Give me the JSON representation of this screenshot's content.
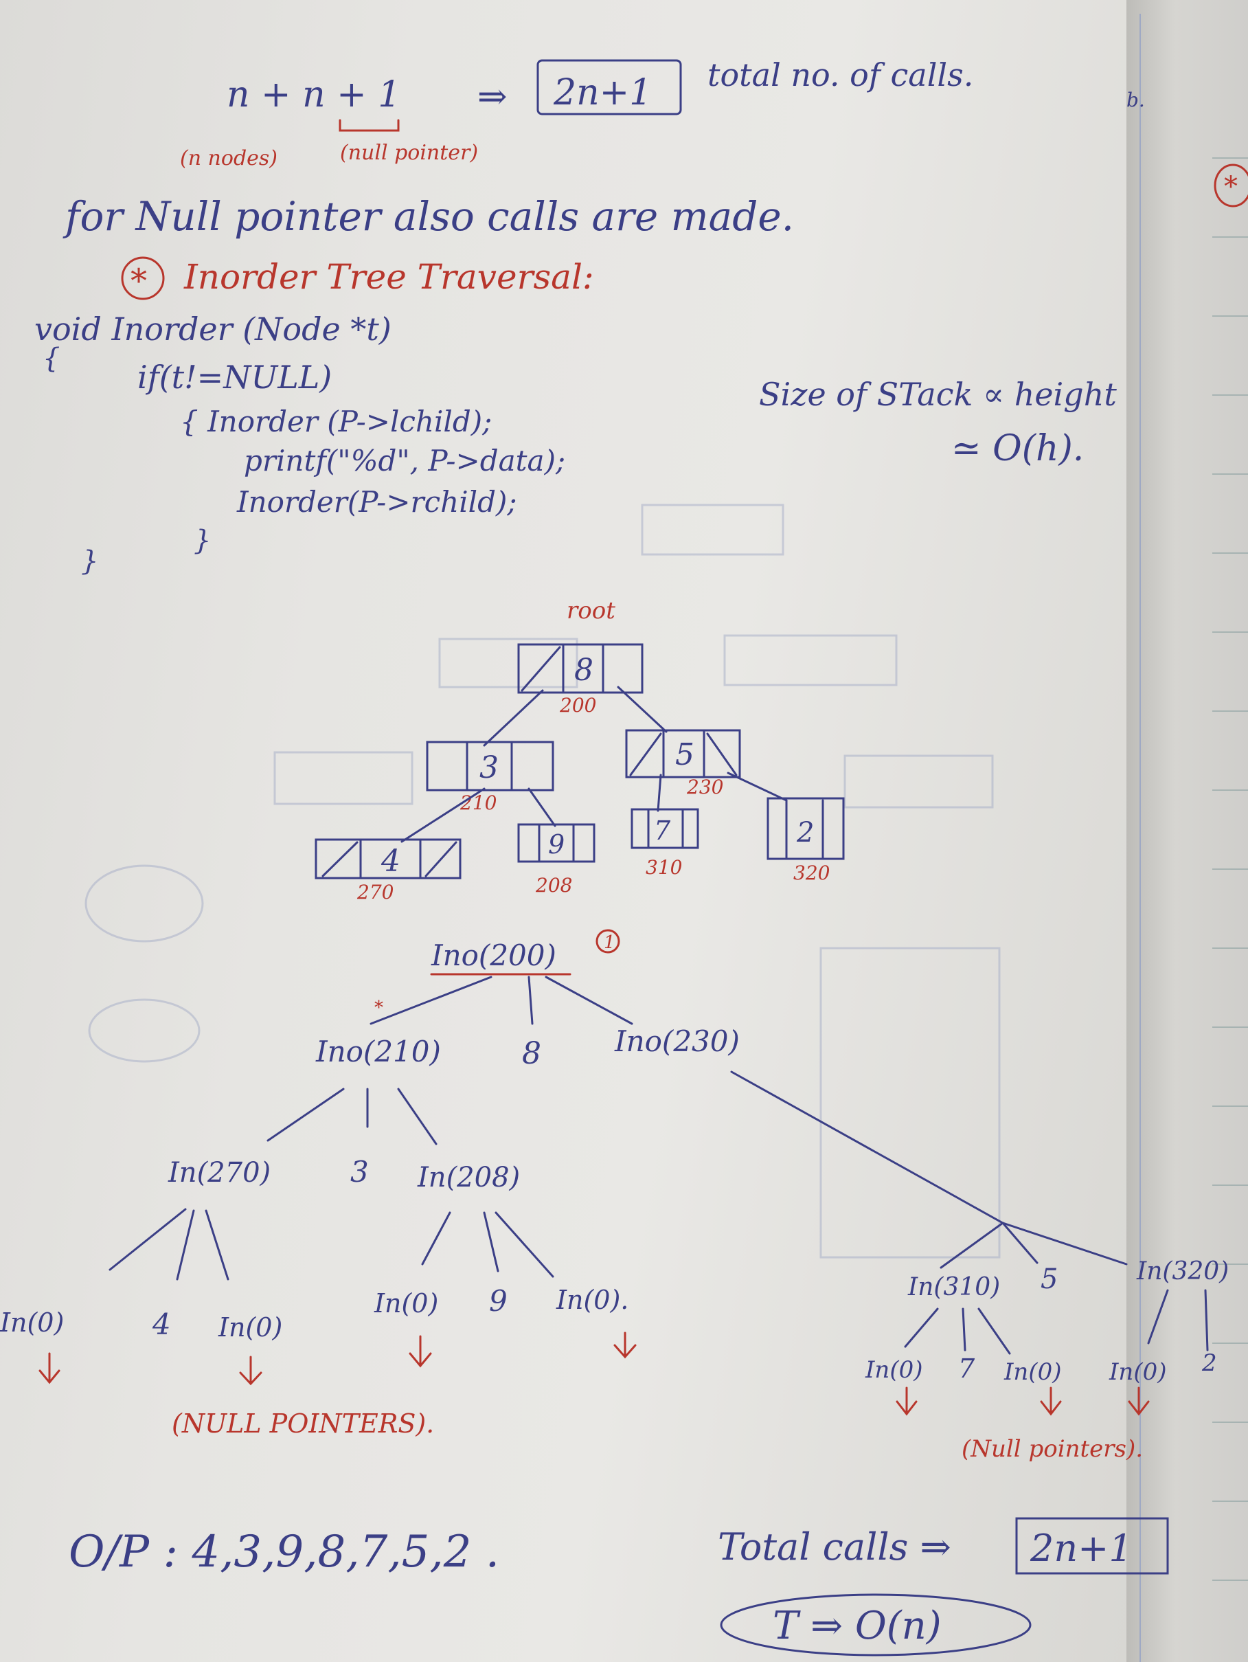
{
  "header": {
    "formula": "n + n + 1",
    "formula_result": "2n+1",
    "formula_caption": "total no. of calls.",
    "label_nodes": "(n nodes)",
    "label_null": "(null pointer)"
  },
  "note_null_calls": "for Null pointer also calls are made.",
  "section_title": "Inorder Tree Traversal:",
  "code": {
    "line1": "void Inorder (Node *t)",
    "line2": "{",
    "line3": "if(t!=NULL)",
    "line4": "{  Inorder (P->lchild);",
    "line5": "printf(\"%d\", P->data);",
    "line6": "Inorder(P->rchild);",
    "line7": "}",
    "line8": "}"
  },
  "stack_note": {
    "line1": "Size of STack ∝ height",
    "line2": "≃ O(h)."
  },
  "tree": {
    "root_label": "root",
    "nodes": [
      {
        "value": "8",
        "address": "200"
      },
      {
        "value": "3",
        "address": "210"
      },
      {
        "value": "5",
        "address": "230"
      },
      {
        "value": "4",
        "address": "270"
      },
      {
        "value": "9",
        "address": "208"
      },
      {
        "value": "7",
        "address": "310"
      },
      {
        "value": "2",
        "address": "320"
      }
    ]
  },
  "recursion": {
    "root_call": "Ino(200)",
    "root_mark": "1",
    "left_call": "Ino(210)",
    "root_print": "8",
    "right_call": "Ino(230)",
    "l_left": "In(270)",
    "l_print": "3",
    "l_right": "In(208)",
    "ll_left": "In(0)",
    "ll_print": "4",
    "ll_right": "In(0)",
    "lr_left": "In(0)",
    "lr_print": "9",
    "lr_right": "In(0).",
    "r_left": "In(310)",
    "r_print": "5",
    "r_right": "In(320)",
    "rl_left": "In(0)",
    "rl_print": "7",
    "rl_right": "In(0)",
    "rr_left": "In(0)",
    "rr_print": "2",
    "null_label_left": "(NULL POINTERS).",
    "null_label_right": "(Null pointers)."
  },
  "footer": {
    "output": "O/P : 4,3,9,8,7,5,2 .",
    "total_calls": "Total calls ⇒",
    "total_box": "2n+1",
    "complexity": "T ⇒ O(n)"
  }
}
